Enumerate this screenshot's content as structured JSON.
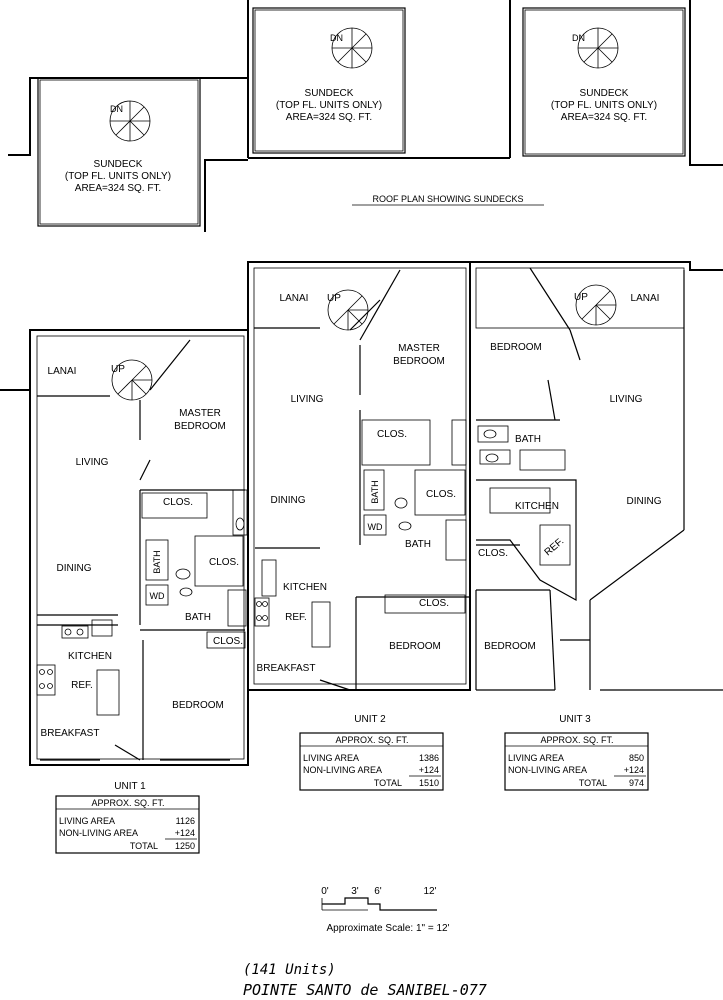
{
  "roof": {
    "title": "ROOF PLAN SHOWING SUNDECKS",
    "sundecks": [
      {
        "dn": "DN",
        "l1": "SUNDECK",
        "l2": "(TOP FL. UNITS ONLY)",
        "l3": "AREA=324 SQ. FT."
      },
      {
        "dn": "DN",
        "l1": "SUNDECK",
        "l2": "(TOP FL. UNITS ONLY)",
        "l3": "AREA=324 SQ. FT."
      },
      {
        "dn": "DN",
        "l1": "SUNDECK",
        "l2": "(TOP FL. UNITS ONLY)",
        "l3": "AREA=324 SQ. FT."
      }
    ]
  },
  "rooms": {
    "lanai": "LANAI",
    "up": "UP",
    "master": "MASTER",
    "bedroom": "BEDROOM",
    "living": "LIVING",
    "dining": "DINING",
    "clos": "CLOS.",
    "bath": "BATH",
    "wd": "WD",
    "kitchen": "KITCHEN",
    "ref": "REF.",
    "breakfast": "BREAKFAST"
  },
  "units": [
    {
      "name": "UNIT 1",
      "header": "APPROX. SQ. FT.",
      "living_label": "LIVING AREA",
      "living": "1126",
      "nonliving_label": "NON-LIVING AREA",
      "nonliving": "+124",
      "total_label": "TOTAL",
      "total": "1250"
    },
    {
      "name": "UNIT 2",
      "header": "APPROX. SQ. FT.",
      "living_label": "LIVING AREA",
      "living": "1386",
      "nonliving_label": "NON-LIVING AREA",
      "nonliving": "+124",
      "total_label": "TOTAL",
      "total": "1510"
    },
    {
      "name": "UNIT 3",
      "header": "APPROX. SQ. FT.",
      "living_label": "LIVING AREA",
      "living": "850",
      "nonliving_label": "NON-LIVING AREA",
      "nonliving": "+124",
      "total_label": "TOTAL",
      "total": "974"
    }
  ],
  "scale": {
    "ticks": [
      "0'",
      "3'",
      "6'",
      "12'"
    ],
    "caption": "Approximate Scale: 1\" = 12'"
  },
  "footer": {
    "units_count": "(141 Units)",
    "property": "POINTE SANTO de SANIBEL-077"
  }
}
